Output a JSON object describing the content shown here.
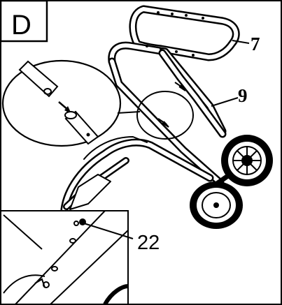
{
  "diagram": {
    "step_label": "D",
    "callouts": {
      "part_7": "7",
      "part_9": "9",
      "part_22": "22"
    },
    "colors": {
      "ink": "#000000",
      "paper": "#ffffff"
    }
  }
}
